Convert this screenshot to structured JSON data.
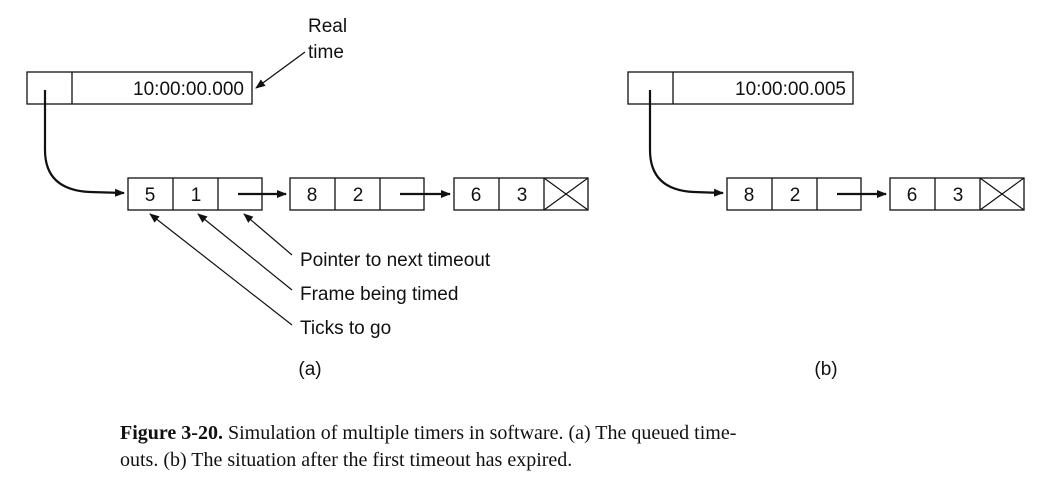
{
  "panel_a": {
    "real_time_label_line1": "Real",
    "real_time_label_line2": "time",
    "clock_value": "10:00:00.000",
    "nodes": [
      {
        "ticks": "5",
        "frame": "1"
      },
      {
        "ticks": "8",
        "frame": "2"
      },
      {
        "ticks": "6",
        "frame": "3"
      }
    ],
    "annotations": {
      "pointer": "Pointer to next timeout",
      "frame": "Frame being timed",
      "ticks": "Ticks to go"
    },
    "label": "(a)"
  },
  "panel_b": {
    "clock_value": "10:00:00.005",
    "nodes": [
      {
        "ticks": "8",
        "frame": "2"
      },
      {
        "ticks": "6",
        "frame": "3"
      }
    ],
    "label": "(b)"
  },
  "caption": {
    "bold": "Figure 3-20.",
    "line1": " Simulation of multiple timers in software. (a) The queued time-",
    "line2": "outs. (b) The situation after the first timeout has expired."
  }
}
